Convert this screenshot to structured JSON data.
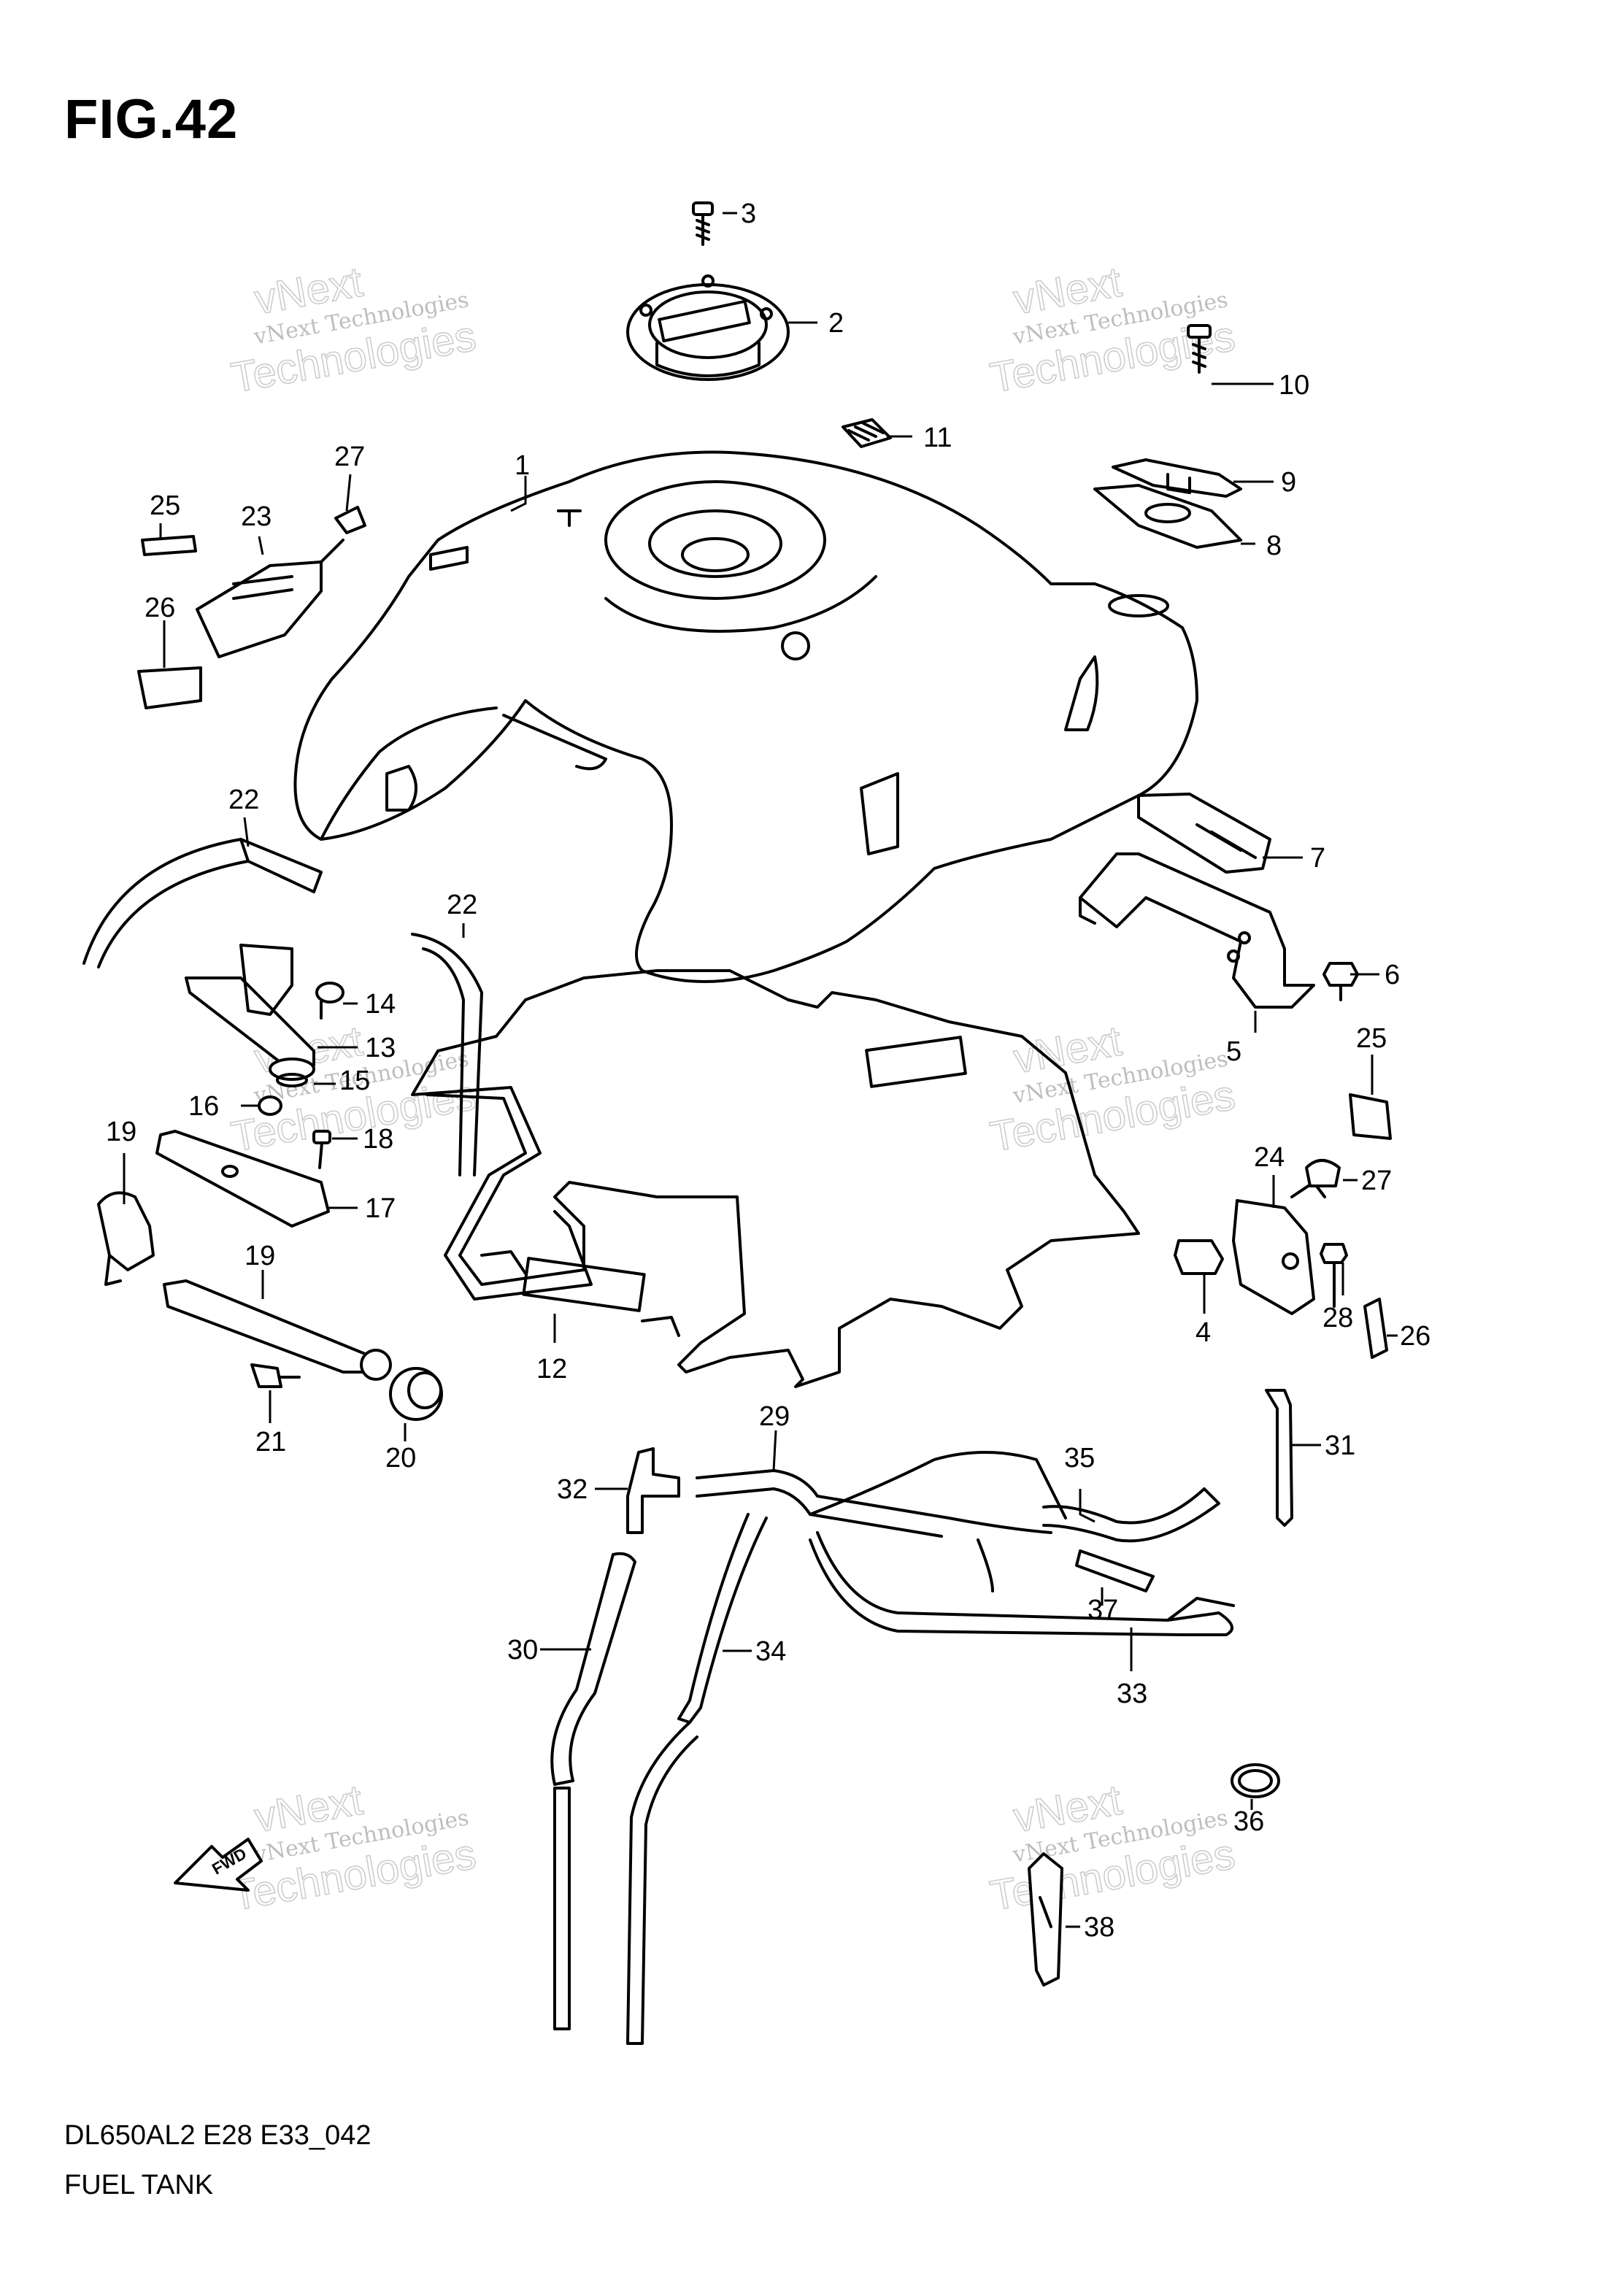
{
  "figure": {
    "title": "FIG.42",
    "model_code": "DL650AL2 E28 E33_042",
    "name": "FUEL TANK"
  },
  "watermark": {
    "line_small": "vNext Technologies",
    "line_large": "Technologies",
    "line_top": "vNext"
  },
  "fwd_label": "FWD",
  "callouts": [
    "1",
    "2",
    "3",
    "4",
    "5",
    "6",
    "7",
    "8",
    "9",
    "10",
    "11",
    "12",
    "13",
    "14",
    "15",
    "16",
    "17",
    "18",
    "19",
    "19",
    "20",
    "21",
    "22",
    "22",
    "23",
    "24",
    "25",
    "25",
    "26",
    "26",
    "27",
    "27",
    "28",
    "29",
    "30",
    "31",
    "32",
    "33",
    "34",
    "35",
    "36",
    "37",
    "38"
  ]
}
